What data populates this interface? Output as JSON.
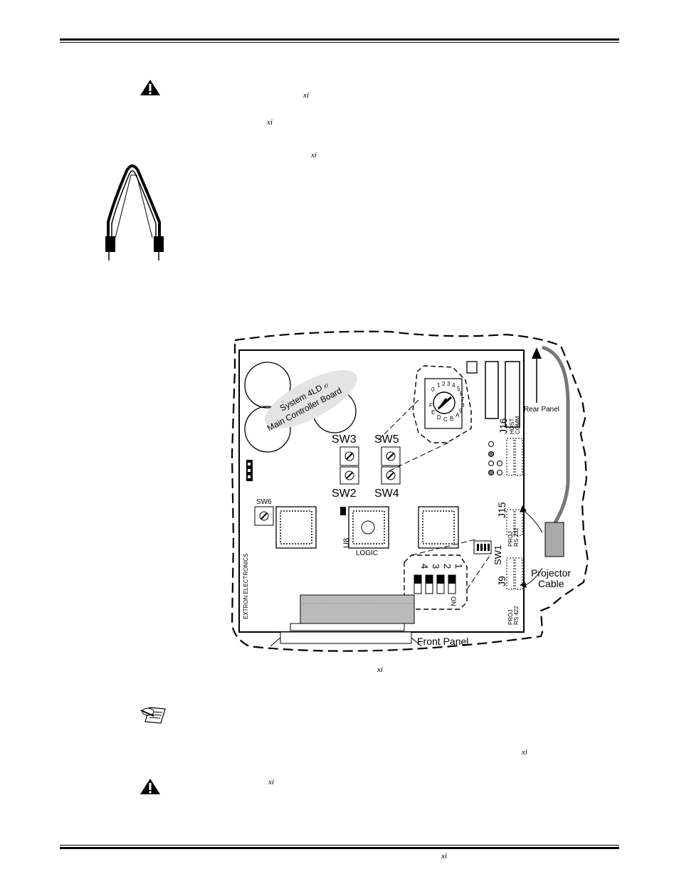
{
  "page": {
    "xi_marks": [
      "xi",
      "xi",
      "xi",
      "xi",
      "xi",
      "xi",
      "xi"
    ]
  },
  "diagram": {
    "board_title_1": "System 4LD",
    "board_title_sup": "XI",
    "board_title_2": "Main Controller Board",
    "sw3": "SW3",
    "sw5": "SW5",
    "sw2": "SW2",
    "sw4": "SW4",
    "sw6": "SW6",
    "sw1": "SW1",
    "u8": "U8",
    "logic": "LOGIC",
    "j16": "J16",
    "host": "HOST",
    "comm": "COMM",
    "j15": "J15",
    "proj1": "PROJ",
    "rs232": "RS 232",
    "j9": "J9",
    "proj2": "PROJ",
    "rs422": "RS 422",
    "rear_panel": "Rear Panel",
    "projector": "Projector",
    "cable": "Cable",
    "front_panel": "Front   Panel",
    "extron": "EXTRON ELECTRONICS",
    "rotary_digits": [
      "0",
      "1",
      "2",
      "3",
      "4",
      "5",
      "6",
      "7",
      "8",
      "9",
      "A",
      "B",
      "C",
      "D",
      "E",
      "F"
    ],
    "dip_numbers": [
      "4",
      "3",
      "2",
      "1"
    ],
    "dip_on": "ON"
  }
}
